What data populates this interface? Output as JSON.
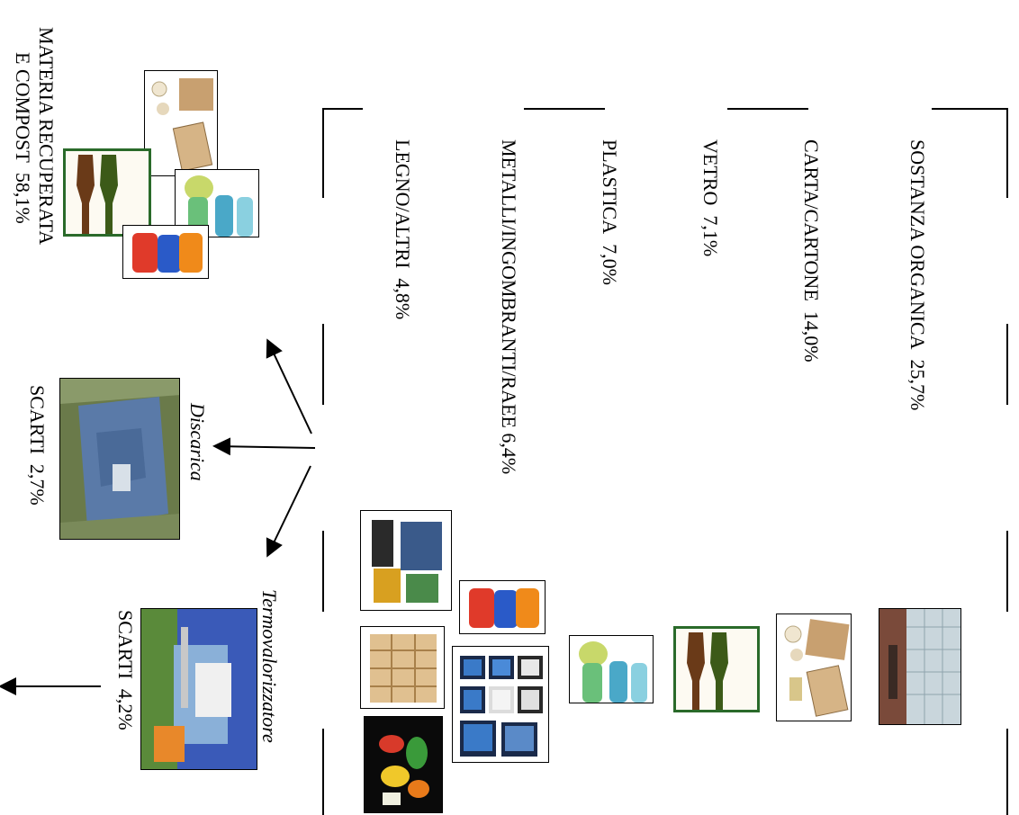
{
  "categories": [
    {
      "label": "SOSTANZA ORGANICA",
      "value": "25,7%"
    },
    {
      "label": "CARTA/CARTONE",
      "value": "14,0%"
    },
    {
      "label": "VETRO",
      "value": "7,1%"
    },
    {
      "label": "PLASTICA",
      "value": "7,0%"
    },
    {
      "label": "METALLI/INGOMBRANTI/RAEE",
      "value": "6,4%"
    },
    {
      "label": "LEGNO/ALTRI",
      "value": "4,8%"
    }
  ],
  "outputs": {
    "materia": {
      "line1": "MATERIA RECUPERATA",
      "line2": "E COMPOST",
      "value": "58,1%"
    },
    "discarica": {
      "title": "Discarica",
      "label": "SCARTI",
      "value": "2,7%"
    },
    "termo": {
      "title": "Termovalorizzatore",
      "label": "SCARTI",
      "value": "4,2%"
    }
  },
  "icons": [
    "waste-bin-photo",
    "paper-photo",
    "glass-bottles-photo",
    "plastic-bottles-photo",
    "cans-photo",
    "batteries-photo",
    "tv-screens-photo",
    "wood-pallet-photo",
    "vegetables-photo",
    "landfill-photo",
    "incinerator-photo"
  ]
}
